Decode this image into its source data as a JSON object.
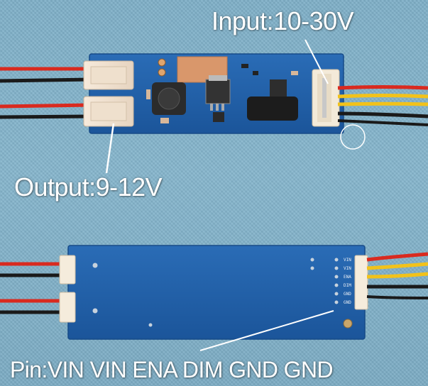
{
  "captions": {
    "input": "Input:10-30V",
    "output": "Output:9-12V",
    "pins": "Pin:VIN VIN ENA DIM GND GND"
  },
  "pin_labels": [
    "VIN",
    "VIN",
    "ENA",
    "DIM",
    "GND",
    "GND"
  ],
  "colors": {
    "background": "#82b2ca",
    "pcb": "#1e5ea6",
    "caption": "#ffffff",
    "wire_red": "#d92a1f",
    "wire_black": "#1a1a1a",
    "wire_yellow": "#f2c21a"
  }
}
